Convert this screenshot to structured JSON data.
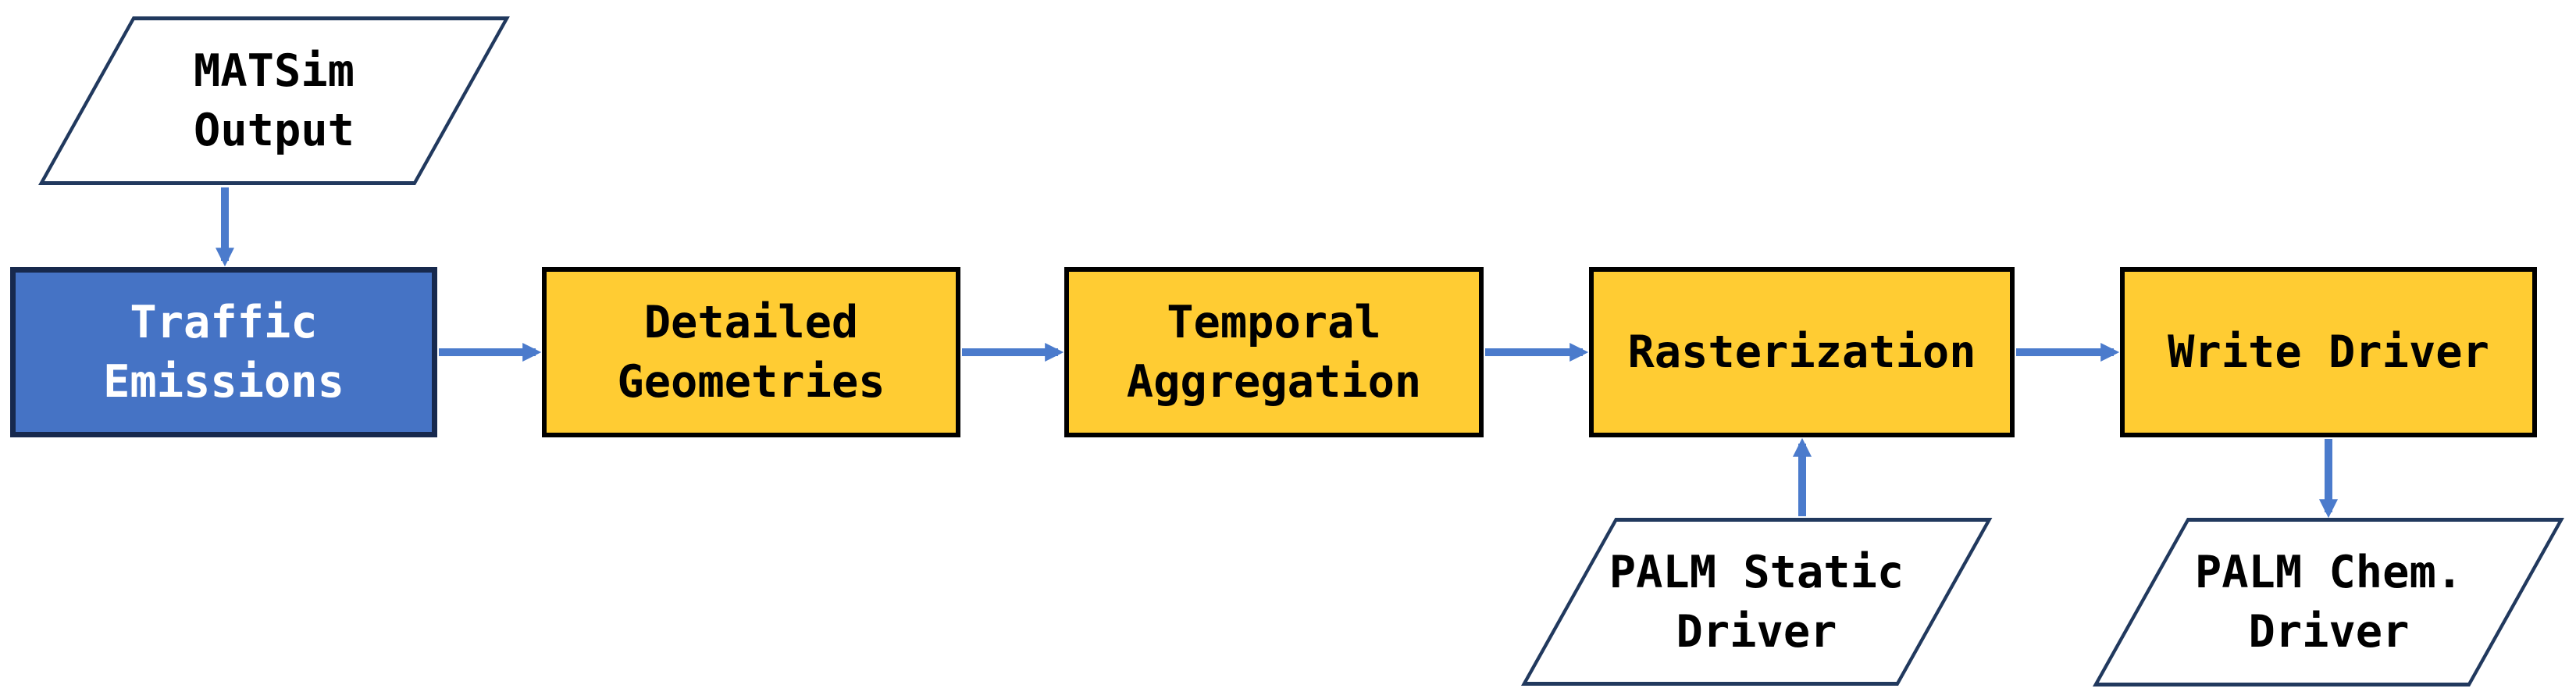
{
  "diagram": {
    "type": "flowchart",
    "nodes": [
      {
        "id": "matsim-output",
        "label": "MATSim\nOutput",
        "shape": "parallelogram",
        "fill": "#FFFFFF",
        "border": "#21395E",
        "text_color": "#000000"
      },
      {
        "id": "traffic-emissions",
        "label": "Traffic\nEmissions",
        "shape": "rect",
        "fill": "#4573C5",
        "border": "#17294D",
        "text_color": "#FFFFFF"
      },
      {
        "id": "detailed-geometries",
        "label": "Detailed\nGeometries",
        "shape": "rect",
        "fill": "#FFCC33",
        "border": "#000000",
        "text_color": "#000000"
      },
      {
        "id": "temporal-aggregation",
        "label": "Temporal\nAggregation",
        "shape": "rect",
        "fill": "#FFCC33",
        "border": "#000000",
        "text_color": "#000000"
      },
      {
        "id": "rasterization",
        "label": "Rasterization",
        "shape": "rect",
        "fill": "#FFCC33",
        "border": "#000000",
        "text_color": "#000000"
      },
      {
        "id": "write-driver",
        "label": "Write Driver",
        "shape": "rect",
        "fill": "#FFCC33",
        "border": "#000000",
        "text_color": "#000000"
      },
      {
        "id": "palm-static-driver",
        "label": "PALM Static\nDriver",
        "shape": "parallelogram",
        "fill": "#FFFFFF",
        "border": "#21395E",
        "text_color": "#000000"
      },
      {
        "id": "palm-chem-driver",
        "label": "PALM Chem.\nDriver",
        "shape": "parallelogram",
        "fill": "#FFFFFF",
        "border": "#21395E",
        "text_color": "#000000"
      }
    ],
    "edges": [
      {
        "from": "matsim-output",
        "to": "traffic-emissions",
        "direction": "down"
      },
      {
        "from": "traffic-emissions",
        "to": "detailed-geometries",
        "direction": "right"
      },
      {
        "from": "detailed-geometries",
        "to": "temporal-aggregation",
        "direction": "right"
      },
      {
        "from": "temporal-aggregation",
        "to": "rasterization",
        "direction": "right"
      },
      {
        "from": "rasterization",
        "to": "write-driver",
        "direction": "right"
      },
      {
        "from": "palm-static-driver",
        "to": "rasterization",
        "direction": "up"
      },
      {
        "from": "write-driver",
        "to": "palm-chem-driver",
        "direction": "down"
      }
    ],
    "colors": {
      "arrow": "#4B7BCC",
      "process_fill": "#FFCC33",
      "highlight_fill": "#4573C5",
      "io_outline": "#21395E",
      "background": "#FFFFFF"
    }
  }
}
